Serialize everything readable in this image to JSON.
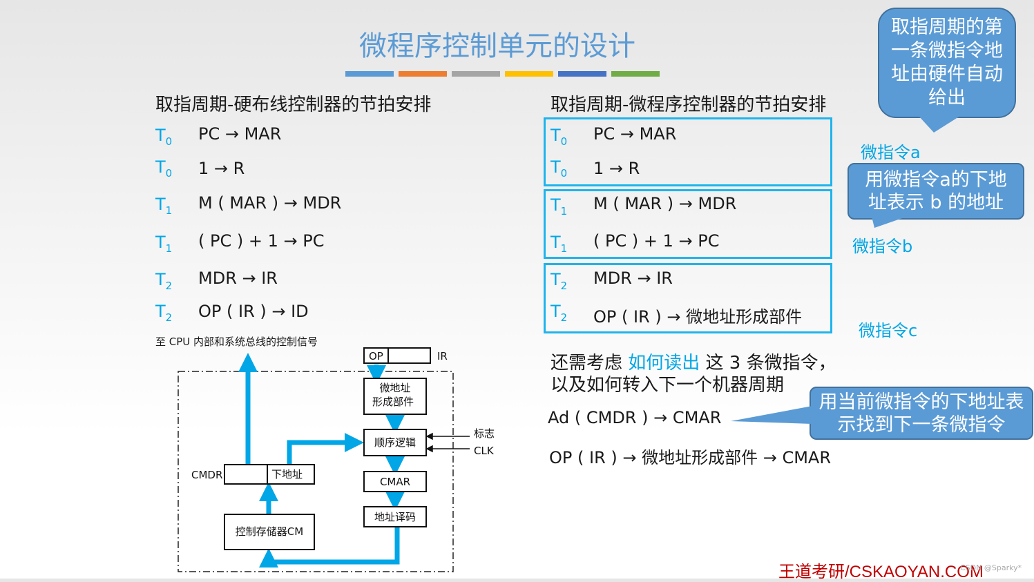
{
  "title": "微程序控制单元的设计",
  "colors": {
    "accent": "#5b9bd5",
    "highlight": "#00a6e6",
    "box": "#1eb4ec",
    "arrow": "#00a6e6",
    "footer": "#c00000"
  },
  "left": {
    "heading": "取指周期-硬布线控制器的节拍安排",
    "rows": [
      {
        "t": "T",
        "sub": "0",
        "op": "PC → MAR"
      },
      {
        "t": "T",
        "sub": "0",
        "op": "1 → R"
      },
      {
        "t": "T",
        "sub": "1",
        "op": "M ( MAR ) → MDR"
      },
      {
        "t": "T",
        "sub": "1",
        "op": "( PC ) + 1 → PC"
      },
      {
        "t": "T",
        "sub": "2",
        "op": "MDR → IR"
      },
      {
        "t": "T",
        "sub": "2",
        "op": "OP ( IR ) → ID"
      }
    ]
  },
  "right": {
    "heading": "取指周期-微程序控制器的节拍安排",
    "rows": [
      {
        "t": "T",
        "sub": "0",
        "op": "PC → MAR"
      },
      {
        "t": "T",
        "sub": "0",
        "op": "1 → R"
      },
      {
        "t": "T",
        "sub": "1",
        "op": "M ( MAR ) → MDR"
      },
      {
        "t": "T",
        "sub": "1",
        "op": "( PC ) + 1 → PC"
      },
      {
        "t": "T",
        "sub": "2",
        "op": "MDR → IR"
      },
      {
        "t": "T",
        "sub": "2",
        "op": "OP ( IR ) → 微地址形成部件"
      }
    ],
    "micro_labels": [
      "微指令a",
      "微指令b",
      "微指令c"
    ]
  },
  "callouts": {
    "c1": "取指周期的第一条微指令地址由硬件自动给出",
    "c2": "用微指令a的下地址表示 b 的地址",
    "c3": "用当前微指令的下地址表示找到下一条微指令"
  },
  "notes": {
    "line1_pre": "还需考虑 ",
    "line1_hl": "如何读出",
    "line1_post": " 这 3 条微指令，",
    "line2": "以及如何转入下一个机器周期",
    "ad": "Ad ( CMDR ) → CMAR",
    "op": "OP ( IR ) → 微地址形成部件 → CMAR"
  },
  "diagram": {
    "top_label": "至 CPU 内部和系统总线的控制信号",
    "op": "OP",
    "ir": "IR",
    "maddr_line1": "微地址",
    "maddr_line2": "形成部件",
    "seq": "顺序逻辑",
    "flag": "标志",
    "clk": "CLK",
    "cmar": "CMAR",
    "decode": "地址译码",
    "cmdr": "CMDR",
    "next_addr": "下地址",
    "cm": "控制存储器CM"
  },
  "footer": {
    "brand": "王道考研/CSKAOYAN.COM",
    "watermark": "CSDN @Sparky*"
  }
}
